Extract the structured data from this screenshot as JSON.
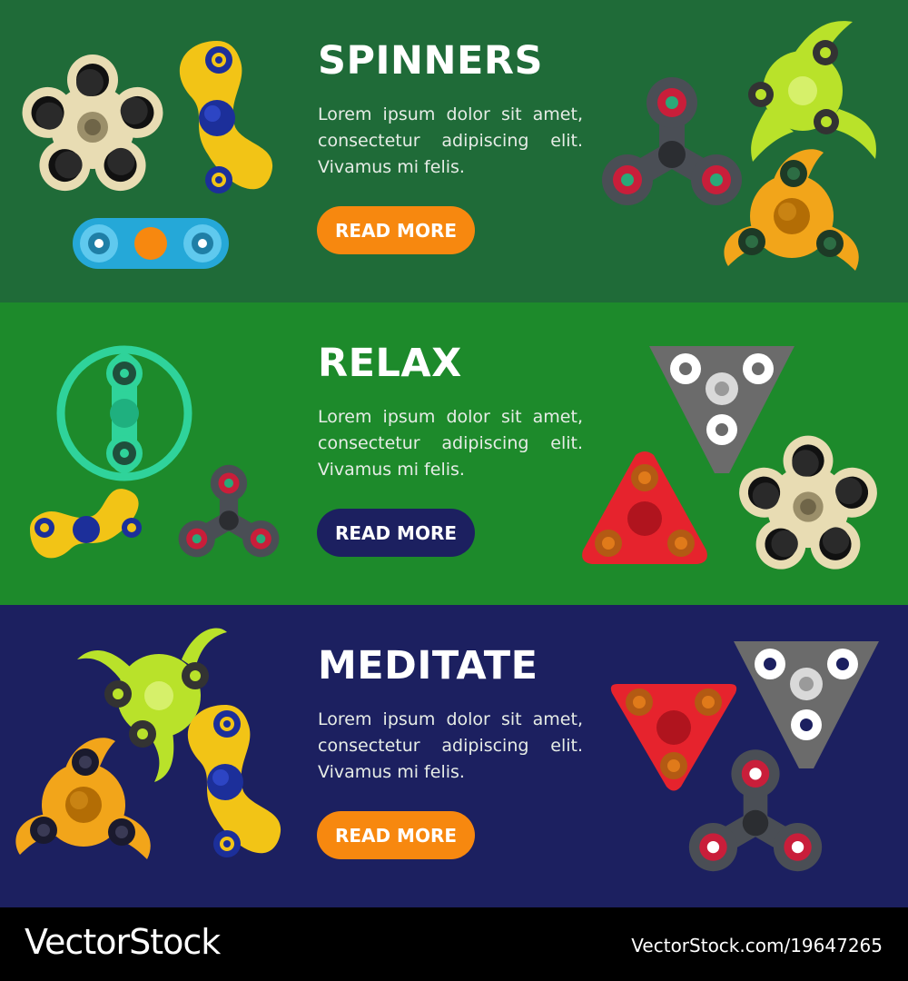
{
  "colors": {
    "banner1_bg": "#1f6b38",
    "banner2_bg": "#1d8a2b",
    "banner3_bg": "#1c2060",
    "orange_button": "#f7880f",
    "navy_button": "#1c2060",
    "footer_bg": "#000000"
  },
  "banners": [
    {
      "title": "SPINNERS",
      "body": "Lorem ipsum dolor sit amet, consectetur adipiscing elit. Vivamus mi felis.",
      "button_label": "READ MORE",
      "button_color": "#f7880f"
    },
    {
      "title": "RELAX",
      "body": "Lorem ipsum dolor sit amet, consectetur adipiscing elit. Vivamus mi felis.",
      "button_label": "READ MORE",
      "button_color": "#1c2060"
    },
    {
      "title": "MEDITATE",
      "body": "Lorem ipsum dolor sit amet, consectetur adipiscing elit. Vivamus mi felis.",
      "button_label": "READ MORE",
      "button_color": "#f7880f"
    }
  ],
  "footer": {
    "brand": "VectorStock",
    "url": "VectorStock.com/19647265"
  },
  "illustrations": [
    "five-arm-spinner-icon",
    "s-shaped-spinner-icon",
    "bar-spinner-icon",
    "tri-spinner-icon",
    "blade-spinner-icon",
    "ring-spinner-icon",
    "triangle-spinner-icon",
    "round-triangle-spinner-icon"
  ]
}
